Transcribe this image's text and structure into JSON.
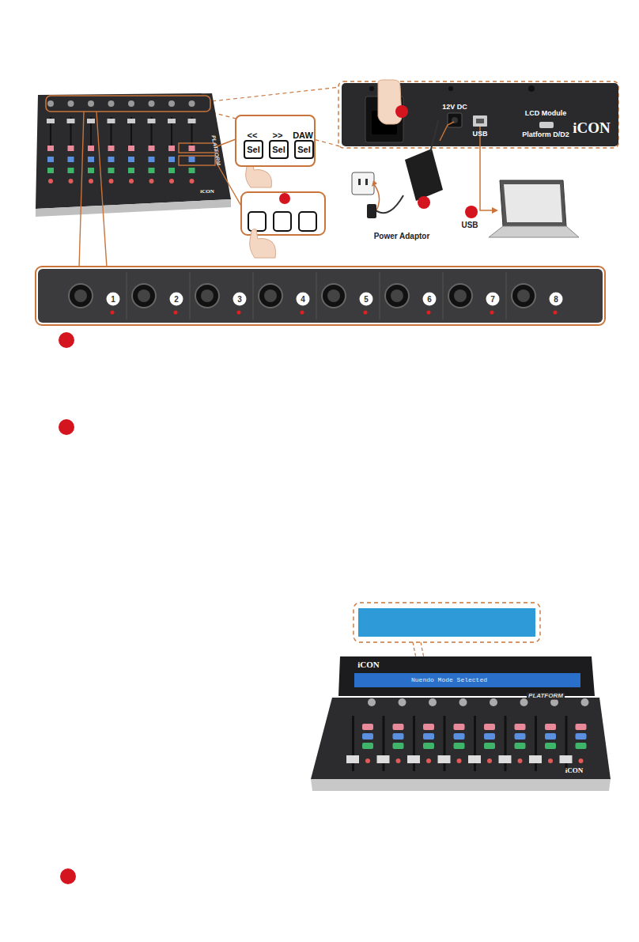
{
  "diagram": {
    "nodes": [
      {
        "text": [
          "<<",
          ">>",
          "DAW"
        ]
      },
      {
        "text": [
          "Sel"
        ],
        "in": 0
      },
      {
        "text": [
          "Sel"
        ],
        "in": 0
      },
      {
        "text": [
          "Sel"
        ],
        "in": 0
      }
    ],
    "labels": [
      "12V DC",
      "USB",
      "LCD Module",
      "Platform D/D2",
      "iCON",
      "Power Adaptor",
      "USB",
      "1",
      "2",
      "3",
      "4",
      "5",
      "6",
      "7",
      "8",
      "iCON",
      "Nuendo Mode Selected",
      "PLATFORM",
      "iCON",
      "PLATFORM",
      "iCON"
    ]
  }
}
